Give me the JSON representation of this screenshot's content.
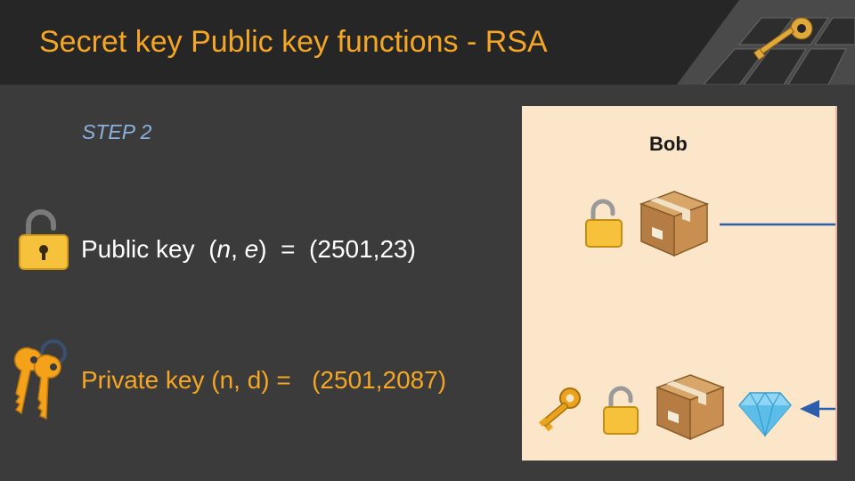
{
  "title": "Secret key Public key functions - RSA",
  "step": "STEP 2",
  "public_key": {
    "label": "Public key",
    "params_open": "(",
    "n": "n",
    "comma": ", ",
    "e": "e",
    "params_close": ")",
    "equals": "=",
    "value": "(2501,23)"
  },
  "private_key": {
    "label": "Private key (n, d) =",
    "value": "(2501,2087)"
  },
  "panel": {
    "title": "Bob"
  },
  "colors": {
    "accent": "#f5a623",
    "step": "#8cb0dc",
    "panel_bg": "#fce6c9",
    "arrow": "#2b5fad"
  },
  "icons": [
    "open-lock-icon",
    "keys-icon",
    "package-icon",
    "gold-key-icon",
    "diamond-icon",
    "arrow-right-line",
    "arrow-left-head"
  ]
}
